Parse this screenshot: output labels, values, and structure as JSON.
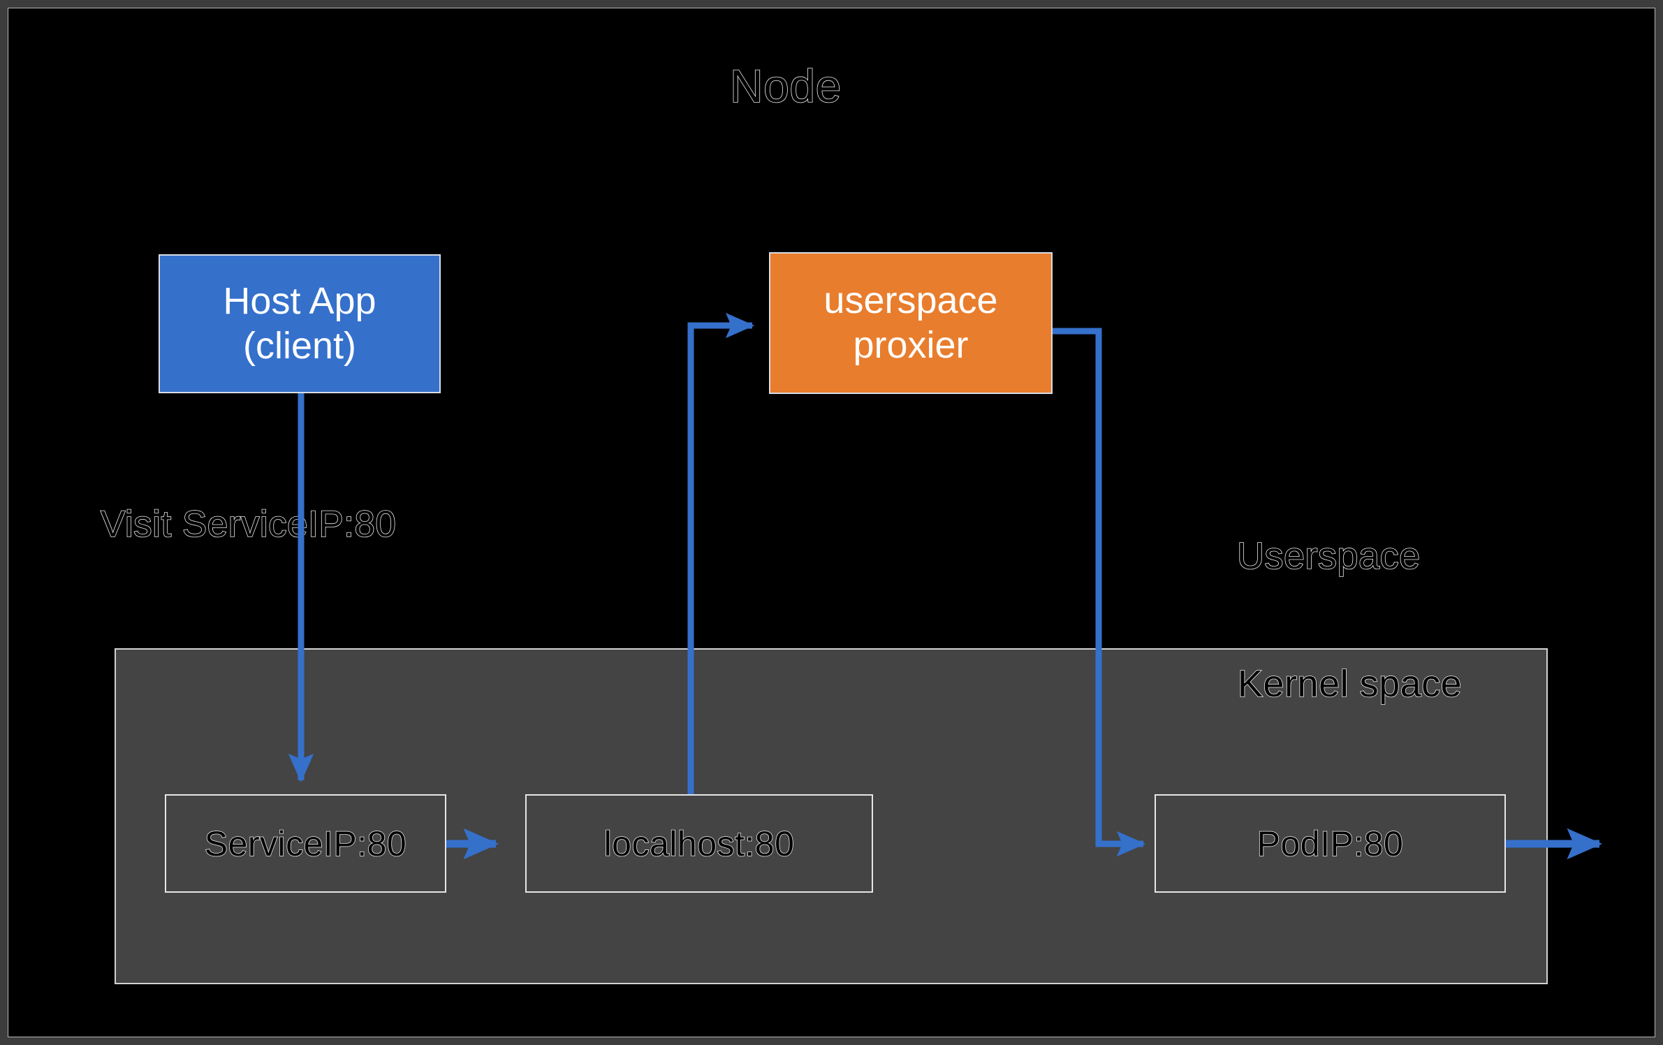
{
  "diagram": {
    "title": "Node",
    "background_color": "#000000",
    "frame_color": "#3d3d3d",
    "accent_blue": "#3570cb",
    "accent_orange": "#e87d2d",
    "kernel_panel_color": "#444444"
  },
  "labels": {
    "node": "Node",
    "visit_service": "Visit ServiceIP:80",
    "userspace": "Userspace",
    "kernel_space": "Kernel space"
  },
  "boxes": {
    "host_app": {
      "label": "Host App\n(client)",
      "fill": "#3570cb",
      "text_color": "#ffffff"
    },
    "userspace_proxier": {
      "label": "userspace\nproxier",
      "fill": "#e87d2d",
      "text_color": "#ffffff"
    }
  },
  "kernel_rules": [
    {
      "label": "ServiceIP:80"
    },
    {
      "label": "localhost:80"
    },
    {
      "label": "PodIP:80"
    }
  ],
  "connectors": [
    {
      "name": "host-app-to-serviceip",
      "from": "Host App (client)",
      "to": "ServiceIP:80",
      "arrowhead": true
    },
    {
      "name": "serviceip-to-localhost",
      "from": "ServiceIP:80",
      "to": "localhost:80",
      "arrowhead": true
    },
    {
      "name": "localhost-to-proxier",
      "from": "localhost:80",
      "to": "userspace proxier",
      "arrowhead": true
    },
    {
      "name": "proxier-to-podip",
      "from": "userspace proxier",
      "to": "PodIP:80",
      "arrowhead": true
    },
    {
      "name": "podip-egress",
      "from": "PodIP:80",
      "to": "",
      "arrowhead": true
    }
  ]
}
